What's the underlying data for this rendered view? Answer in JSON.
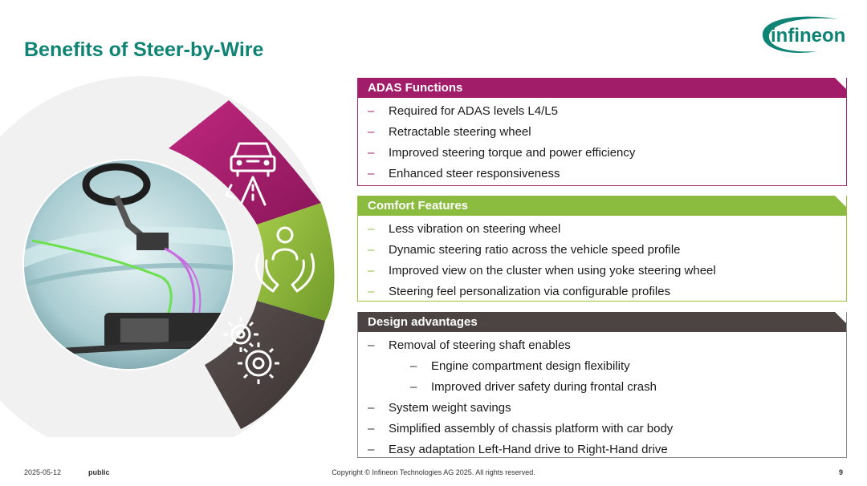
{
  "slide": {
    "title": "Benefits of Steer-by-Wire"
  },
  "brand": {
    "logo_text": "infineon",
    "color": "#0f8475"
  },
  "panels": [
    {
      "title": "ADAS Functions",
      "color": "#a11d6a",
      "items": [
        {
          "text": "Required for ADAS levels L4/L5",
          "level": 1
        },
        {
          "text": "Retractable steering wheel",
          "level": 1
        },
        {
          "text": "Improved steering torque and power efficiency",
          "level": 1
        },
        {
          "text": "Enhanced steer responsiveness",
          "level": 1
        }
      ]
    },
    {
      "title": "Comfort Features",
      "color": "#8cbc3f",
      "items": [
        {
          "text": "Less vibration on steering wheel",
          "level": 1
        },
        {
          "text": "Dynamic steering ratio across the vehicle speed profile",
          "level": 1
        },
        {
          "text": "Improved view on the cluster when using yoke steering wheel",
          "level": 1
        },
        {
          "text": "Steering feel personalization via configurable profiles",
          "level": 1
        }
      ]
    },
    {
      "title": "Design advantages",
      "color": "#4c4443",
      "items": [
        {
          "text": "Removal of steering shaft enables",
          "level": 1
        },
        {
          "text": "Engine compartment design flexibility",
          "level": 2
        },
        {
          "text": "Improved driver safety during frontal crash",
          "level": 2
        },
        {
          "text": "System weight savings",
          "level": 1
        },
        {
          "text": "Simplified assembly of chassis platform with car body",
          "level": 1
        },
        {
          "text": "Easy adaptation Left-Hand drive to Right-Hand drive",
          "level": 1
        }
      ]
    }
  ],
  "segments": [
    {
      "icon": "car-road-icon",
      "color": "#a11d6a"
    },
    {
      "icon": "hands-person-icon",
      "color": "#8cbc3f"
    },
    {
      "icon": "gears-icon",
      "color": "#4c4443"
    }
  ],
  "footer": {
    "date": "2025-05-12",
    "classification": "public",
    "copyright": "Copyright © Infineon Technologies AG 2025. All rights reserved.",
    "page": "9"
  }
}
